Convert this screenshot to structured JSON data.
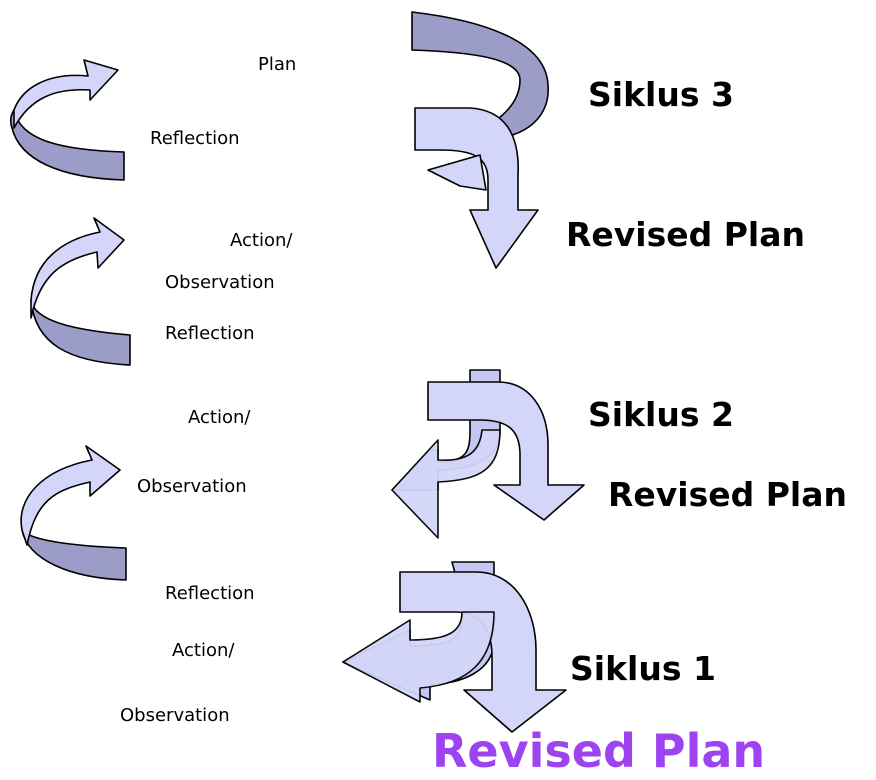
{
  "colors": {
    "arrow_light": "#d4d6f9",
    "arrow_dark": "#9c9cc8",
    "final_label": "#9d44f0",
    "text": "#000000"
  },
  "cycle3": {
    "title": "Siklus 3",
    "next": "Revised Plan",
    "labels": [
      "Plan",
      "Reflection"
    ]
  },
  "cycle2": {
    "title": "Siklus 2",
    "next": "Revised Plan",
    "labels": [
      "Action/",
      "Observation",
      "Reflection"
    ]
  },
  "cycle1": {
    "title": "Siklus 1",
    "next": "Revised Plan",
    "labels": [
      "Action/",
      "Observation",
      "Reflection",
      "Action/",
      "Observation"
    ]
  }
}
